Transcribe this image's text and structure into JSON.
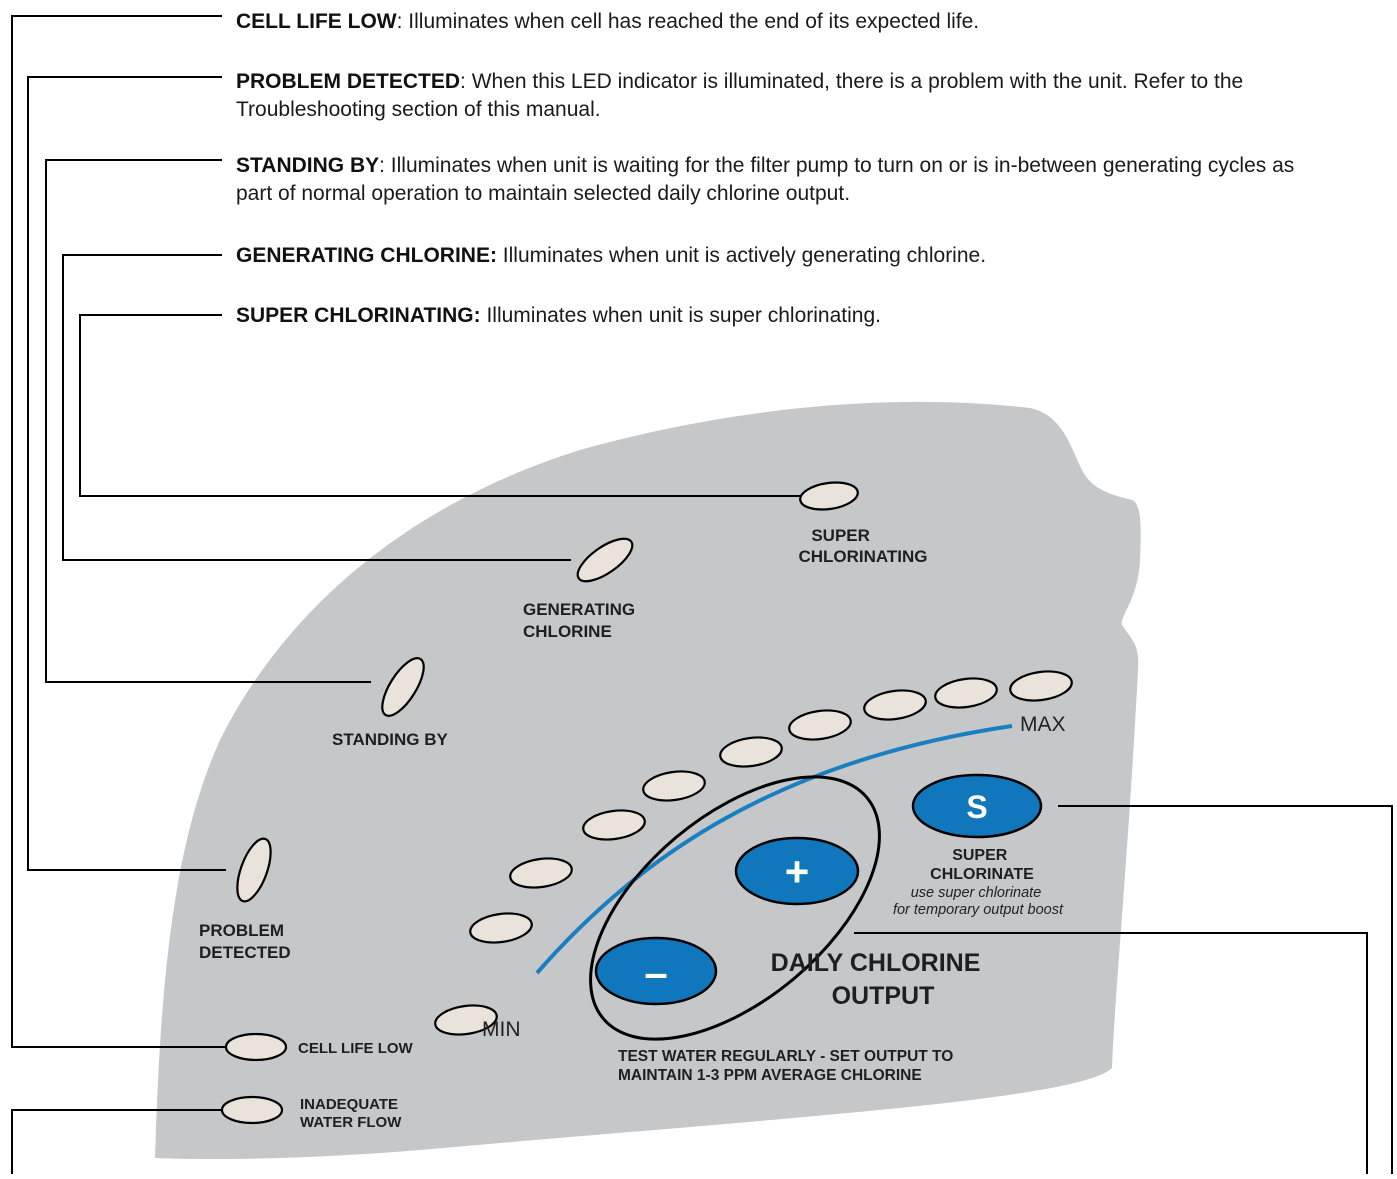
{
  "descriptions": {
    "cell_life_low": {
      "term": "CELL LIFE LOW",
      "sep": ":",
      "text": " Illuminates when cell has reached the end of its expected life."
    },
    "problem_detected": {
      "term": "PROBLEM DETECTED",
      "sep": ":",
      "text": " When this LED indicator is illuminated, there is a problem with the unit. Refer to the Troubleshooting section of this manual."
    },
    "standing_by": {
      "term": "STANDING BY",
      "sep": ":",
      "text": " Illuminates when unit is waiting for the filter pump to turn on or is in-between generating cycles as part of normal operation to maintain selected daily chlorine output."
    },
    "generating_chlorine": {
      "term": "GENERATING CHLORINE:",
      "sep": "",
      "text": " Illuminates when unit is actively generating chlorine."
    },
    "super_chlorinating": {
      "term": "SUPER CHLORINATING:",
      "sep": "",
      "text": " Illuminates when unit is super chlorinating."
    }
  },
  "panel": {
    "super_chlorinating_label": [
      "SUPER",
      "CHLORINATING"
    ],
    "generating_chlorine_label": [
      "GENERATING",
      "CHLORINE"
    ],
    "standing_by_label": "STANDING BY",
    "problem_detected_label": [
      "PROBLEM",
      "DETECTED"
    ],
    "cell_life_low_label": "CELL LIFE LOW",
    "inadequate_water_flow_label": [
      "INADEQUATE",
      "WATER FLOW"
    ],
    "scale_min": "MIN",
    "scale_max": "MAX",
    "output_led_count": 10,
    "super_button": {
      "glyph": "S",
      "label": [
        "SUPER",
        "CHLORINATE"
      ],
      "note": [
        "use super chlorinate",
        "for temporary output boost"
      ]
    },
    "plus_button_glyph": "+",
    "minus_button_glyph": "–",
    "daily_output_label": [
      "DAILY CHLORINE",
      "OUTPUT"
    ],
    "test_note": [
      "TEST WATER REGULARLY - SET OUTPUT TO",
      "MAINTAIN 1-3 PPM AVERAGE CHLORINE"
    ]
  },
  "colors": {
    "panel": "#c6c7c9",
    "led": "#e9e3dc",
    "button": "#1177bd",
    "arc": "#1a7fc1",
    "line": "#000000"
  }
}
